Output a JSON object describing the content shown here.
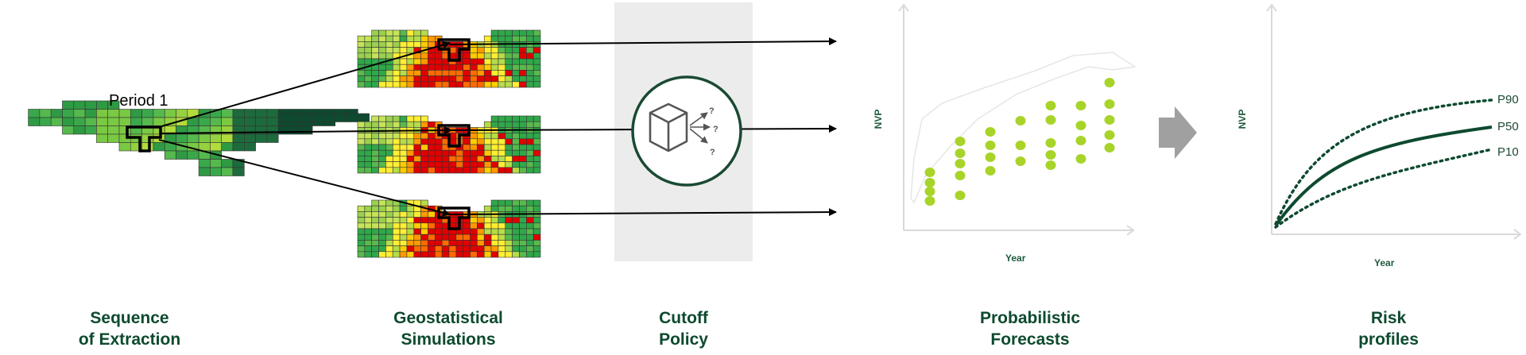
{
  "period_label": "Period 1",
  "captions": {
    "sequence": [
      "Sequence",
      "of Extraction"
    ],
    "geostat": [
      "Geostatistical",
      "Simulations"
    ],
    "cutoff": [
      "Cutoff",
      "Policy"
    ],
    "forecast": [
      "Probabilistic",
      "Forecasts"
    ],
    "risk": [
      "Risk",
      "profiles"
    ]
  },
  "forecast_chart": {
    "ylabel": "NVP",
    "xlabel": "Year"
  },
  "risk_chart": {
    "ylabel": "NVP",
    "xlabel": "Year",
    "curves": [
      "P90",
      "P50",
      "P10"
    ]
  },
  "cutoff_icon": "cube-question-icon",
  "colors": {
    "caption": "#0d4a2e",
    "dark_green": "#0e4a2f",
    "dots": "#a8d42a",
    "panel": "#ececec",
    "arrow": "#a0a0a0"
  }
}
